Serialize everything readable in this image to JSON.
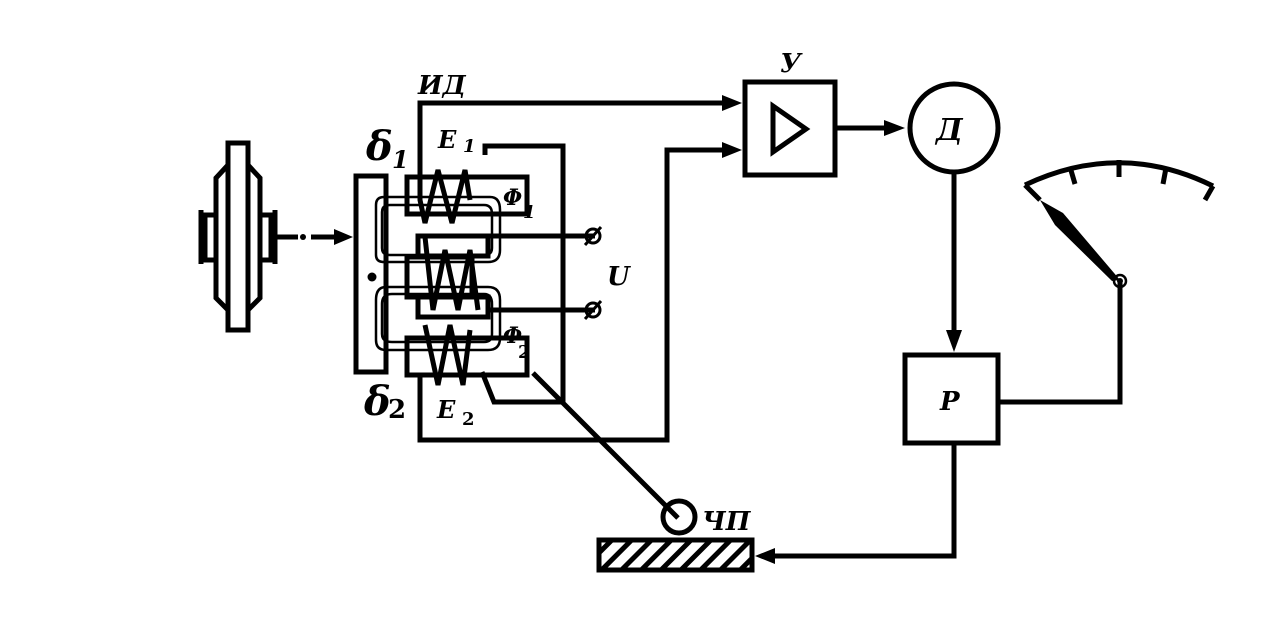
{
  "title": "Inductive vibration/deflection measurement block diagram",
  "labels": {
    "sensor": "ИД",
    "amplifier": "У",
    "detector": "Д",
    "regulator": "Р",
    "supply_voltage": "U",
    "frequency_converter": "ЧП",
    "gap1": "δ",
    "gap1_sub": "1",
    "gap2": "δ",
    "gap2_sub": "2",
    "emf1": "E",
    "emf1_sub": "1",
    "emf2": "E",
    "emf2_sub": "2",
    "flux1": "Φ",
    "flux1_sub": "1",
    "flux2": "Φ",
    "flux2_sub": "2",
    "terminal_symbol": "∅"
  },
  "colors": {
    "stroke": "#000000",
    "background": "#ffffff"
  }
}
